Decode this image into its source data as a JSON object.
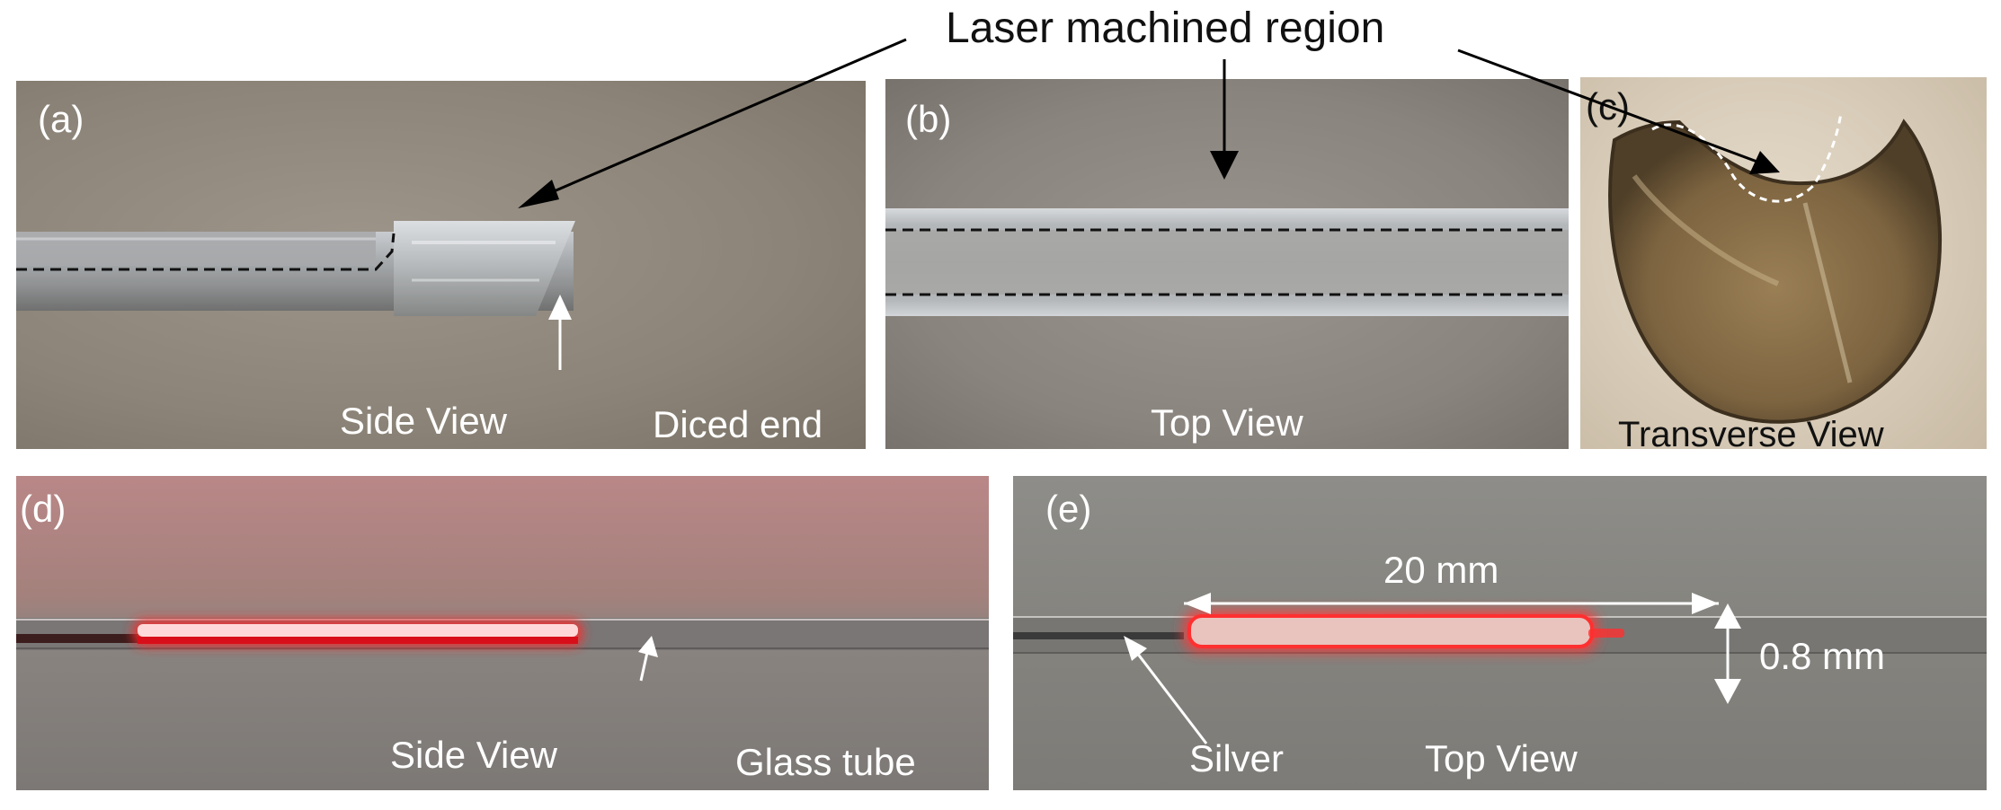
{
  "title": "Laser machined region",
  "panels": {
    "a": {
      "label": "(a)",
      "view": "Side View",
      "note": "Diced end"
    },
    "b": {
      "label": "(b)",
      "view": "Top View"
    },
    "c": {
      "label": "(c)",
      "view": "Transverse View"
    },
    "d": {
      "label": "(d)",
      "view": "Side View",
      "note": "Glass tube"
    },
    "e": {
      "label": "(e)",
      "view": "Top View",
      "note": "Silver",
      "length": "20 mm",
      "width": "0.8 mm"
    }
  }
}
